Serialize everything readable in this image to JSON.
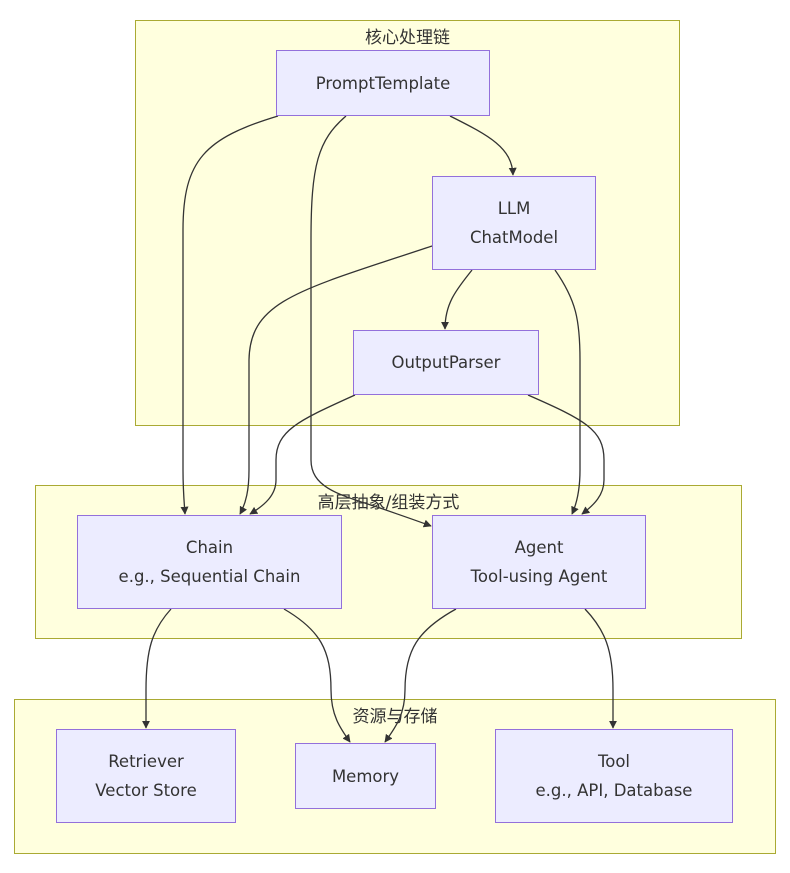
{
  "diagram": {
    "type": "flowchart",
    "colors": {
      "cluster_fill": "#ffffde",
      "cluster_border": "#aaaa33",
      "node_fill": "#ececff",
      "node_border": "#9370db",
      "text": "#333333",
      "edge": "#333333"
    },
    "clusters": [
      {
        "id": "core",
        "title": "核心处理链",
        "nodes": [
          "prompt",
          "llm",
          "parser"
        ]
      },
      {
        "id": "abstract",
        "title": "高层抽象/组装方式",
        "nodes": [
          "chain",
          "agent"
        ]
      },
      {
        "id": "resources",
        "title": "资源与存储",
        "nodes": [
          "retriever",
          "memory",
          "tool"
        ]
      }
    ],
    "nodes": {
      "prompt": {
        "lines": [
          "PromptTemplate"
        ]
      },
      "llm": {
        "lines": [
          "LLM",
          "ChatModel"
        ]
      },
      "parser": {
        "lines": [
          "OutputParser"
        ]
      },
      "chain": {
        "lines": [
          "Chain",
          "e.g., Sequential Chain"
        ]
      },
      "agent": {
        "lines": [
          "Agent",
          "Tool-using Agent"
        ]
      },
      "retriever": {
        "lines": [
          "Retriever",
          "Vector Store"
        ]
      },
      "memory": {
        "lines": [
          "Memory"
        ]
      },
      "tool": {
        "lines": [
          "Tool",
          "e.g., API, Database"
        ]
      }
    },
    "edges": [
      {
        "from": "prompt",
        "to": "llm"
      },
      {
        "from": "llm",
        "to": "parser"
      },
      {
        "from": "prompt",
        "to": "chain"
      },
      {
        "from": "prompt",
        "to": "agent"
      },
      {
        "from": "llm",
        "to": "chain"
      },
      {
        "from": "llm",
        "to": "agent"
      },
      {
        "from": "parser",
        "to": "chain"
      },
      {
        "from": "parser",
        "to": "agent"
      },
      {
        "from": "chain",
        "to": "retriever"
      },
      {
        "from": "chain",
        "to": "memory"
      },
      {
        "from": "agent",
        "to": "memory"
      },
      {
        "from": "agent",
        "to": "tool"
      }
    ]
  }
}
